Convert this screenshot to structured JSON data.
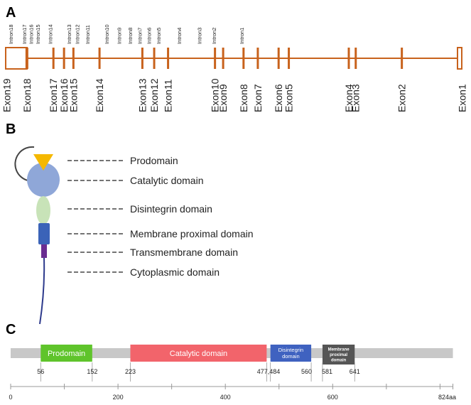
{
  "panels": {
    "a": {
      "label": "A"
    },
    "b": {
      "label": "B"
    },
    "c": {
      "label": "C"
    }
  },
  "colors": {
    "gene": "#c8621c",
    "prodomain_triangle": "#f5b800",
    "catalytic_circle": "#8fa7d8",
    "disintegrin_oval": "#c8e3b8",
    "membrane_proximal_rect": "#3b63b8",
    "transmembrane_rect": "#6a2d91",
    "tail_line": "#2d3a8c",
    "bar_prodomain": "#5fc42b",
    "bar_catalytic": "#f2646b",
    "bar_disintegrin": "#3f62c0",
    "bar_membrane_proximal": "#555555",
    "backbone": "#c8c8c8"
  },
  "gene_structure": {
    "exons": [
      {
        "name": "Exon19",
        "pos": 0.3
      },
      {
        "name": "Exon18",
        "pos": 5.2
      },
      {
        "name": "Exon17",
        "pos": 11.7
      },
      {
        "name": "Exon16",
        "pos": 14.3
      },
      {
        "name": "Exon15",
        "pos": 16.6
      },
      {
        "name": "Exon14",
        "pos": 23.0
      },
      {
        "name": "Exon13",
        "pos": 33.5
      },
      {
        "name": "Exon12",
        "pos": 36.4
      },
      {
        "name": "Exon11",
        "pos": 39.8
      },
      {
        "name": "Exon10",
        "pos": 51.3
      },
      {
        "name": "Exon9",
        "pos": 53.3
      },
      {
        "name": "Exon8",
        "pos": 58.3
      },
      {
        "name": "Exon7",
        "pos": 61.8
      },
      {
        "name": "Exon6",
        "pos": 66.9
      },
      {
        "name": "Exon5",
        "pos": 69.4
      },
      {
        "name": "Exon4",
        "pos": 84.1
      },
      {
        "name": "Exon3",
        "pos": 85.8
      },
      {
        "name": "Exon2",
        "pos": 97.1
      },
      {
        "name": "Exon1",
        "pos": 111.9
      }
    ],
    "introns": [
      {
        "name": "Intron18",
        "pos": 1.3
      },
      {
        "name": "Intron17",
        "pos": 4.6
      },
      {
        "name": "Intron16",
        "pos": 6.3
      },
      {
        "name": "Intron15",
        "pos": 7.9
      },
      {
        "name": "Intron14",
        "pos": 11.0
      },
      {
        "name": "Intron13",
        "pos": 15.6
      },
      {
        "name": "Intron12",
        "pos": 17.6
      },
      {
        "name": "Intron11",
        "pos": 20.1
      },
      {
        "name": "Intron10",
        "pos": 24.8
      },
      {
        "name": "Intron9",
        "pos": 27.9
      },
      {
        "name": "Intron8",
        "pos": 30.6
      },
      {
        "name": "Intron7",
        "pos": 32.9
      },
      {
        "name": "Intron6",
        "pos": 35.2
      },
      {
        "name": "Intron5",
        "pos": 37.5
      },
      {
        "name": "Intron4",
        "pos": 42.6
      },
      {
        "name": "Intron3",
        "pos": 47.5
      },
      {
        "name": "Intron2",
        "pos": 51.1
      },
      {
        "name": "Intron1",
        "pos": 57.9
      }
    ]
  },
  "domain_legend": [
    "Prodomain",
    "Catalytic domain",
    "Disintegrin domain",
    "Membrane proximal domain",
    "Transmembrane domain",
    "Cytoplasmic domain"
  ],
  "protein_map": {
    "length": 824,
    "domains": [
      {
        "name": "Prodomain",
        "start": 56,
        "end": 152
      },
      {
        "name": "Catalytic domain",
        "start": 223,
        "end": 477
      },
      {
        "name": "Disintegrin domain",
        "start": 484,
        "end": 560
      },
      {
        "name": "Membrane proximal domain",
        "start": 581,
        "end": 641
      }
    ],
    "position_labels": [
      "56",
      "152",
      "223",
      "477,484",
      "560",
      "581",
      "641"
    ],
    "ruler": {
      "ticks": [
        "0",
        "200",
        "400",
        "600",
        "824aa"
      ]
    }
  }
}
